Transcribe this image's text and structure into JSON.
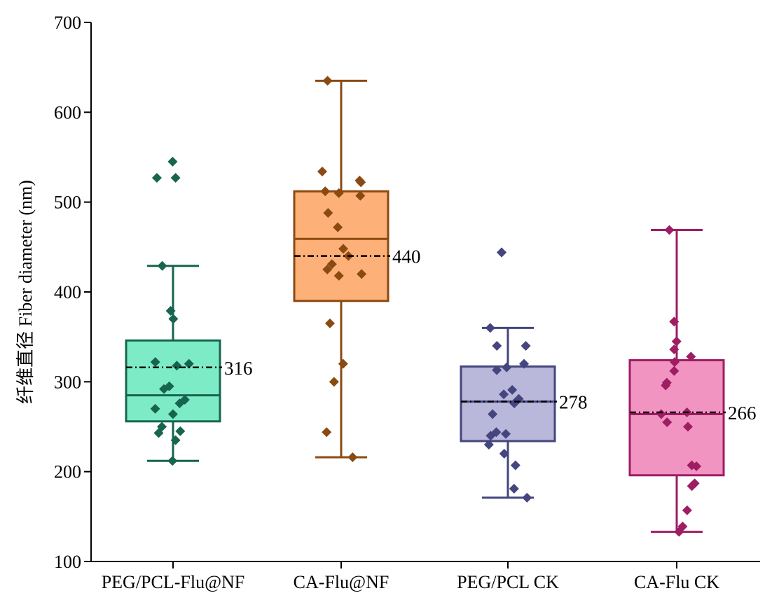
{
  "chart_data": {
    "type": "box",
    "ylabel": "纤维直径 Fiber diameter (nm)",
    "xlabel": "",
    "ylim": [
      100,
      700
    ],
    "yticks": [
      100,
      200,
      300,
      400,
      500,
      600,
      700
    ],
    "grid": false,
    "legend": "none",
    "series": [
      {
        "category": "PEG/PCL-Flu@NF",
        "color": "#16654f",
        "fill": "#7eebc7",
        "whisker_low": 212,
        "q1": 256,
        "median": 285,
        "q3": 346,
        "whisker_high": 429,
        "mean": 316,
        "mean_label": "316",
        "points": [
          545,
          527,
          527,
          429,
          379,
          370,
          322,
          320,
          318,
          295,
          292,
          280,
          276,
          270,
          264,
          250,
          245,
          243,
          235,
          212
        ]
      },
      {
        "category": "CA-Flu@NF",
        "color": "#8a4a12",
        "fill": "#fdb077",
        "whisker_low": 216,
        "q1": 390,
        "median": 459,
        "q3": 512,
        "whisker_high": 635,
        "mean": 440,
        "mean_label": "440",
        "points": [
          635,
          534,
          524,
          522,
          512,
          510,
          507,
          488,
          472,
          448,
          440,
          431,
          425,
          420,
          418,
          365,
          320,
          300,
          244,
          216
        ]
      },
      {
        "category": "PEG/PCL CK",
        "color": "#45457f",
        "fill": "#b9b7da",
        "whisker_low": 171,
        "q1": 234,
        "median": 278,
        "q3": 317,
        "whisker_high": 360,
        "mean": 278,
        "mean_label": "278",
        "points": [
          444,
          444,
          360,
          340,
          340,
          320,
          316,
          313,
          291,
          286,
          281,
          276,
          264,
          244,
          242,
          240,
          230,
          220,
          207,
          181,
          171
        ]
      },
      {
        "category": "CA-Flu CK",
        "color": "#9e1d63",
        "fill": "#f294c1",
        "whisker_low": 133,
        "q1": 196,
        "median": 264,
        "q3": 324,
        "whisker_high": 469,
        "mean": 266,
        "mean_label": "266",
        "points": [
          469,
          367,
          345,
          336,
          328,
          322,
          312,
          299,
          296,
          266,
          264,
          255,
          250,
          207,
          206,
          187,
          184,
          157,
          139,
          133
        ]
      }
    ]
  }
}
